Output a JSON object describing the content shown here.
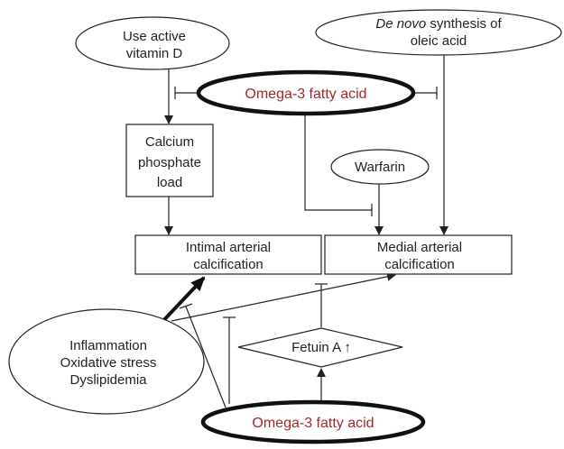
{
  "colors": {
    "accent_text": "#a1282c",
    "stroke": "#222222"
  },
  "nodes": {
    "vitamin_d": {
      "lines": [
        "Use active",
        "vitamin D"
      ]
    },
    "oleic": {
      "lines": [
        "De novo synthesis of",
        "oleic acid"
      ],
      "italic_prefix": "De novo"
    },
    "omega3_top": {
      "lines": [
        "Omega-3 fatty acid"
      ]
    },
    "calcium": {
      "lines": [
        "Calcium",
        "phosphate",
        "load"
      ]
    },
    "warfarin": {
      "lines": [
        "Warfarin"
      ]
    },
    "intimal": {
      "lines": [
        "Intimal arterial",
        "calcification"
      ]
    },
    "medial": {
      "lines": [
        "Medial arterial",
        "calcification"
      ]
    },
    "inflammation": {
      "lines": [
        "Inflammation",
        "Oxidative stress",
        "Dyslipidemia"
      ]
    },
    "fetuin": {
      "lines": [
        "Fetuin A ↑"
      ]
    },
    "omega3_bottom": {
      "lines": [
        "Omega-3 fatty acid"
      ]
    }
  }
}
